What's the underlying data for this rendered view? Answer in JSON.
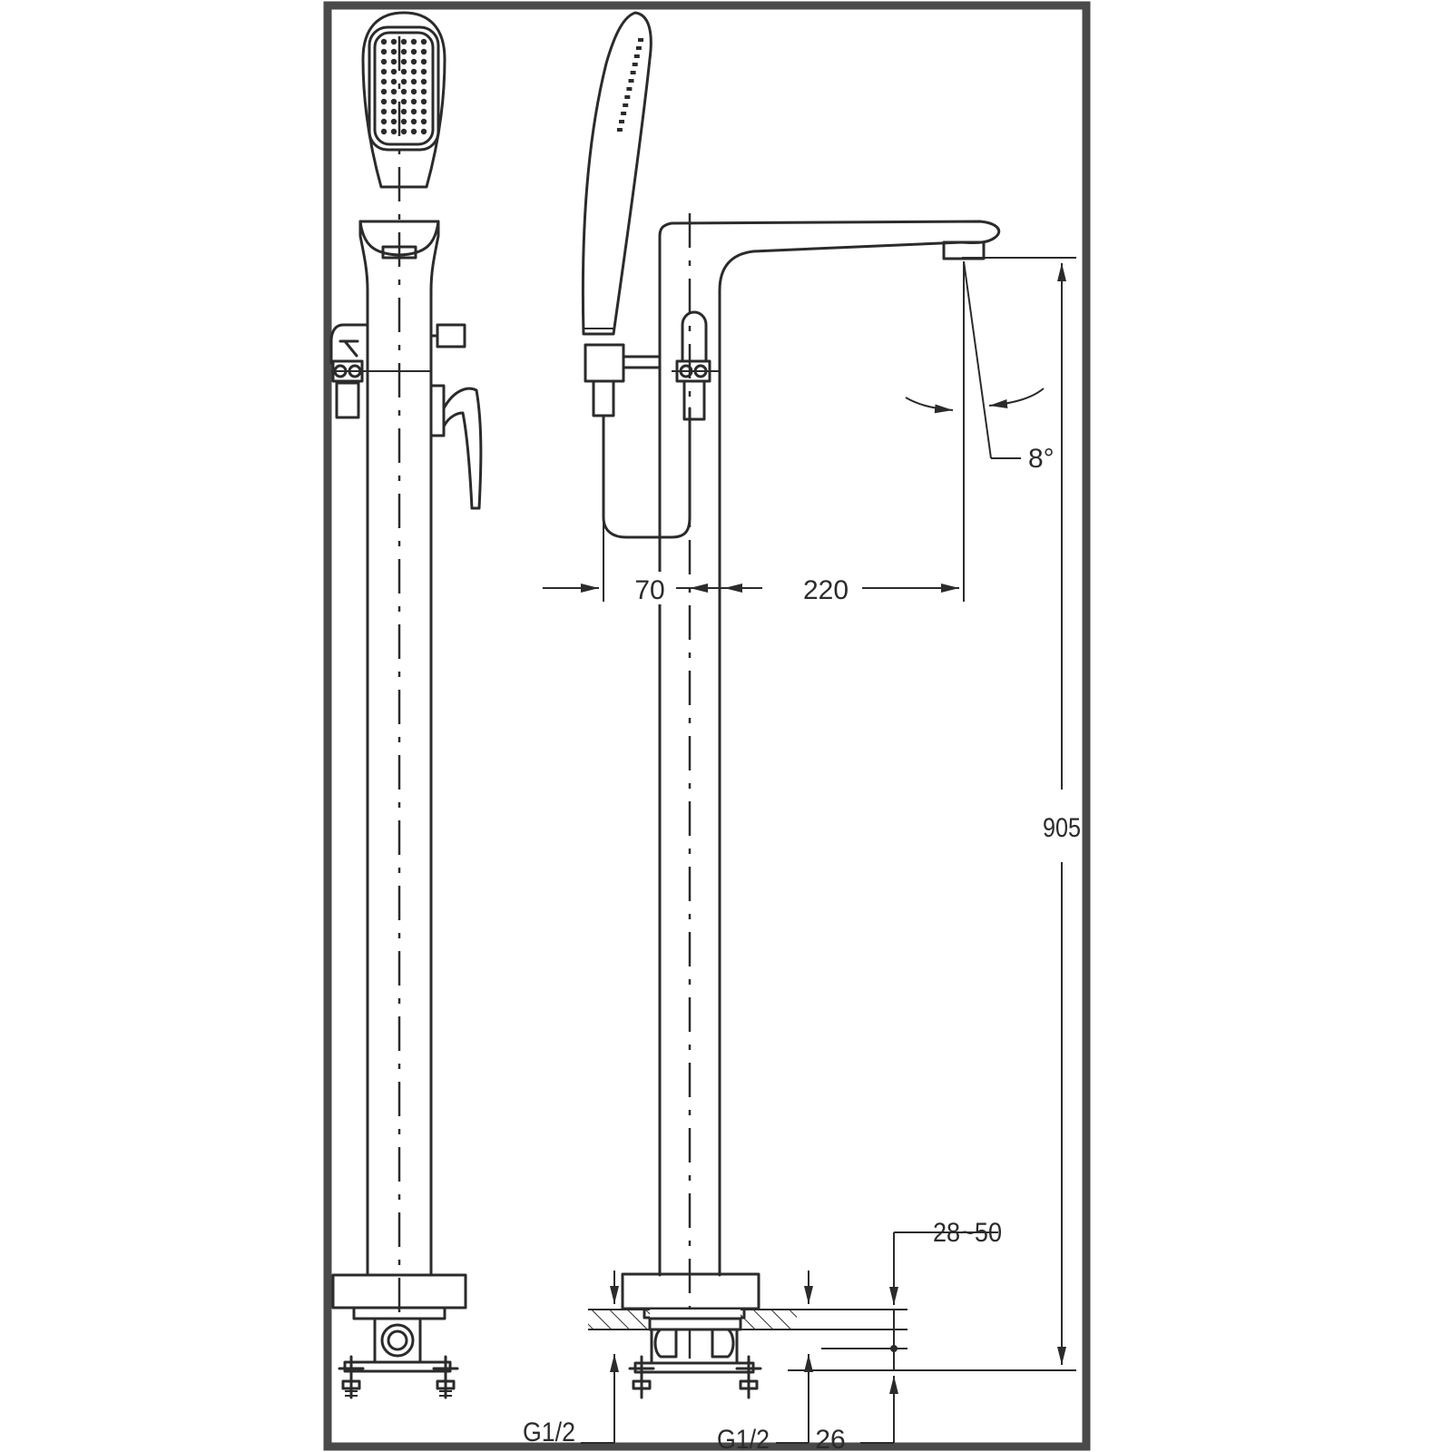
{
  "dimensions": {
    "spout_reach": "220",
    "hand_shower_offset": "70",
    "total_height": "905",
    "spout_angle": "8°",
    "floor_thickness": "28~50",
    "base_height": "26",
    "inlet_left": "G1/2",
    "inlet_right": "G1/2"
  },
  "colors": {
    "frame": "#4a4a4a",
    "line": "#2b2b2b",
    "background": "#ffffff"
  }
}
